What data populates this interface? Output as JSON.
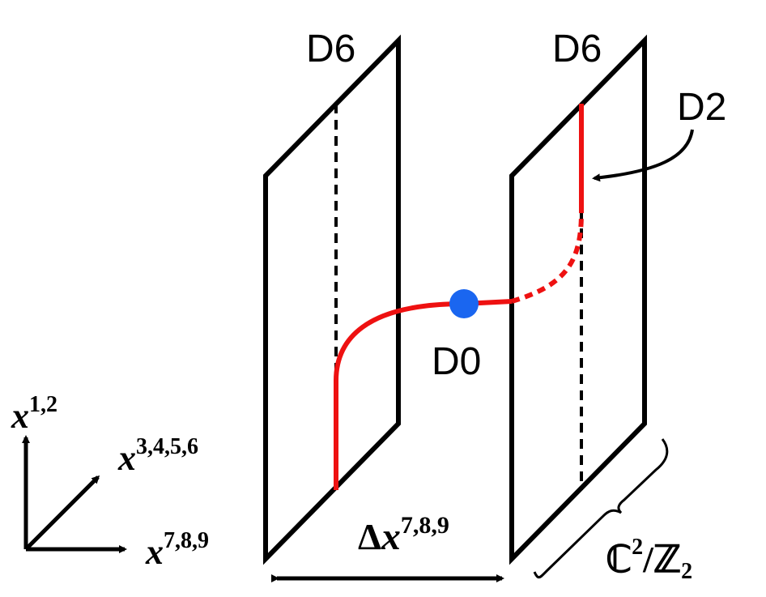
{
  "branes": {
    "left_label": "D6",
    "right_label": "D6",
    "d2_label": "D2",
    "d0_label": "D0"
  },
  "separation": {
    "delta": "Δ",
    "x": "x",
    "sup": "7,8,9"
  },
  "orbifold": {
    "c": "ℂ",
    "c_sup": "2",
    "slash": "/",
    "z": "ℤ",
    "z_sub": "2"
  },
  "axes": {
    "vertical": {
      "x": "x",
      "sup": "1,2"
    },
    "diagonal": {
      "x": "x",
      "sup": "3,4,5,6"
    },
    "horizontal": {
      "x": "x",
      "sup": "7,8,9"
    }
  },
  "colors": {
    "brane": "#000000",
    "string": "#ee1111",
    "d0": "#1a66f0"
  }
}
